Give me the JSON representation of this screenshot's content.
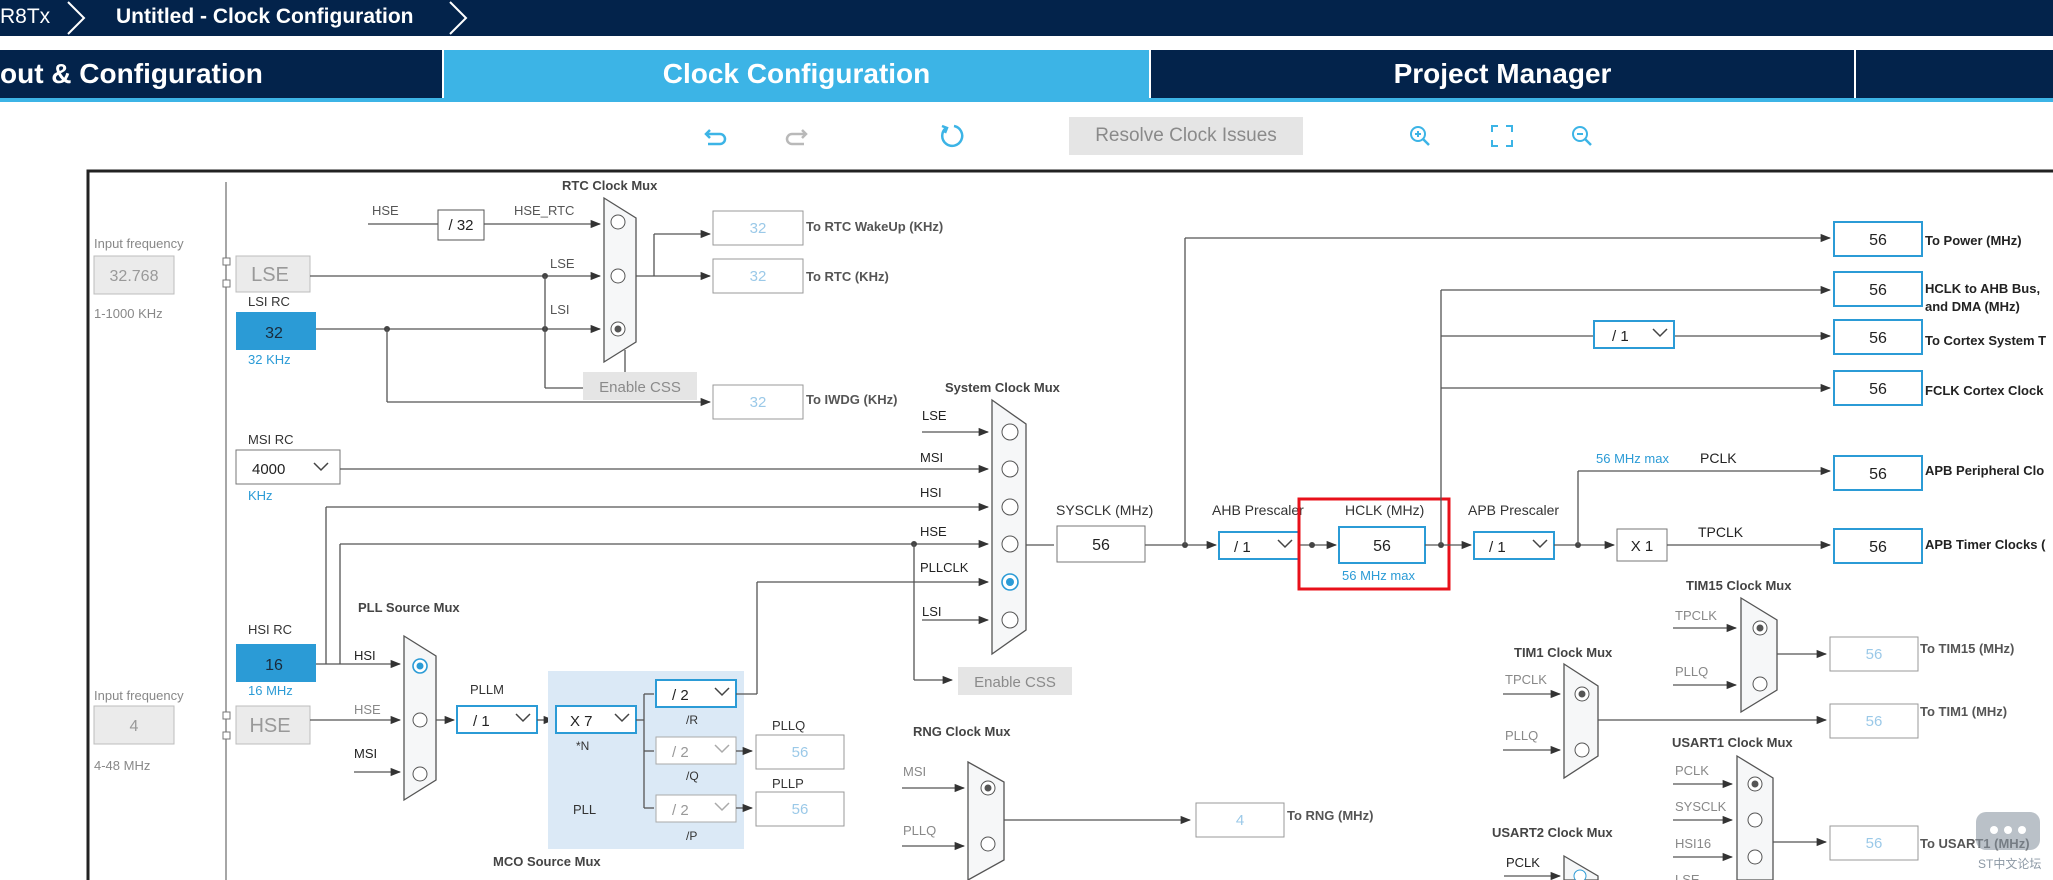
{
  "breadcrumb": {
    "items": [
      "R8Tx",
      "Untitled - Clock Configuration"
    ]
  },
  "tabs": [
    {
      "label": "out & Configuration"
    },
    {
      "label": "Clock Configuration"
    },
    {
      "label": "Project Manager"
    },
    {
      "label": ""
    }
  ],
  "toolbar": {
    "resolve_label": "Resolve Clock Issues",
    "icons": [
      "undo-icon",
      "redo-icon",
      "reset-icon",
      "zoom-in-icon",
      "fit-to-screen-icon",
      "zoom-out-icon"
    ]
  },
  "colors": {
    "navy": "#03234b",
    "accent": "#3cb4e6",
    "highlight_red": "#e8101a",
    "field_blue": "#2b9bd6"
  },
  "diagram": {
    "lse": {
      "title": "Input frequency",
      "value": "32.768",
      "label": "LSE",
      "range": "1-1000 KHz"
    },
    "lsi": {
      "title": "LSI RC",
      "value": "32",
      "unit": "32 KHz"
    },
    "msi": {
      "title": "MSI RC",
      "value": "4000",
      "unit": "KHz"
    },
    "hsi": {
      "title": "HSI RC",
      "value": "16",
      "unit": "16 MHz"
    },
    "hse": {
      "title": "Input frequency",
      "value": "4",
      "label": "HSE",
      "range": "4-48 MHz"
    },
    "rtc": {
      "mux_title": "RTC Clock Mux",
      "hse_label": "HSE",
      "div": "/ 32",
      "hse_rtc": "HSE_RTC",
      "in_lse": "LSE",
      "in_lsi": "LSI",
      "wakeup_value": "32",
      "wakeup_label": "To RTC WakeUp (KHz)",
      "rtc_value": "32",
      "rtc_label": "To RTC (KHz)",
      "css": "Enable CSS",
      "iwdg_value": "32",
      "iwdg_label": "To IWDG (KHz)"
    },
    "sysmux": {
      "title": "System Clock Mux",
      "inputs": [
        "LSE",
        "MSI",
        "HSI",
        "HSE",
        "PLLCLK",
        "LSI"
      ],
      "css": "Enable CSS"
    },
    "sysclk": {
      "label": "SYSCLK (MHz)",
      "value": "56"
    },
    "ahb": {
      "label": "AHB Prescaler",
      "value": "/ 1"
    },
    "hclk": {
      "label": "HCLK (MHz)",
      "value": "56",
      "max": "56 MHz max"
    },
    "apb": {
      "label": "APB Prescaler",
      "value": "/ 1",
      "max": "56 MHz max",
      "pclk": "PCLK",
      "tpclk": "TPCLK",
      "timer_mult": "X 1"
    },
    "cortex_div": "/ 1",
    "outputs": [
      {
        "value": "56",
        "label": "To Power (MHz)"
      },
      {
        "value": "56",
        "label": "HCLK to AHB Bus,",
        "label2": "and DMA (MHz)"
      },
      {
        "value": "56",
        "label": "To Cortex System T"
      },
      {
        "value": "56",
        "label": "FCLK Cortex Clock"
      },
      {
        "value": "56",
        "label": "APB Peripheral Clo"
      },
      {
        "value": "56",
        "label": "APB Timer Clocks ("
      }
    ],
    "pll": {
      "mux_title": "PLL Source Mux",
      "inputs": [
        "HSI",
        "HSE",
        "MSI"
      ],
      "pllm_label": "PLLM",
      "pllm": "/ 1",
      "pll_n": "X 7",
      "n_label": "*N",
      "pll_label": "PLL",
      "r": "/ 2",
      "r_label": "/R",
      "q": "/ 2",
      "q_label": "/Q",
      "p": "/ 2",
      "p_label": "/P",
      "pllq_label": "PLLQ",
      "pllq_value": "56",
      "pllp_label": "PLLP",
      "pllp_value": "56"
    },
    "rng": {
      "title": "RNG Clock Mux",
      "inputs": [
        "MSI",
        "PLLQ"
      ],
      "value": "4",
      "label": "To RNG (MHz)"
    },
    "mco": {
      "title": "MCO Source Mux"
    },
    "tim15": {
      "title": "TIM15 Clock Mux",
      "inputs": [
        "TPCLK",
        "PLLQ"
      ],
      "value": "56",
      "label": "To TIM15 (MHz)"
    },
    "tim1": {
      "title": "TIM1 Clock Mux",
      "inputs": [
        "TPCLK",
        "PLLQ"
      ],
      "value": "56",
      "label": "To TIM1 (MHz)"
    },
    "usart1": {
      "title": "USART1 Clock Mux",
      "inputs": [
        "PCLK",
        "SYSCLK",
        "HSI16",
        "LSE"
      ],
      "value": "56",
      "label": "To USART1 (MHz)"
    },
    "usart2": {
      "title": "USART2 Clock Mux",
      "input": "PCLK"
    }
  },
  "watermark": "ST中文论坛"
}
